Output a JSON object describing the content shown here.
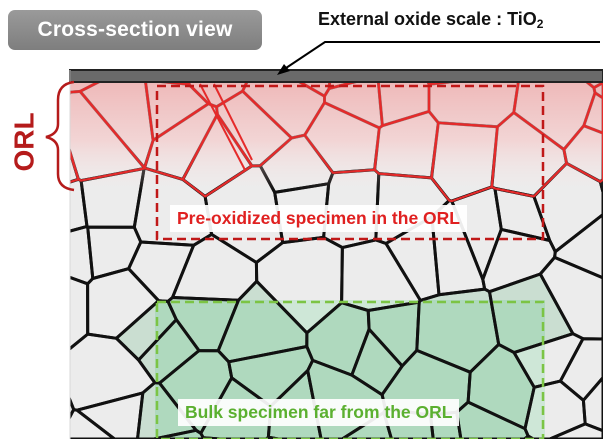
{
  "header": {
    "view_label": "Cross-section view",
    "scale_label_main": "External oxide scale : TiO",
    "scale_label_sub": "2"
  },
  "side": {
    "orl_label": "ORL"
  },
  "regions": {
    "oxidized": {
      "label": "Pre-oxidized specimen in the ORL",
      "color": "#e02020",
      "fill": "#f4b8b8"
    },
    "bulk": {
      "label": "Bulk specimen far from the ORL",
      "color": "#7cc444",
      "fill": "#b6ddc4"
    }
  },
  "colors": {
    "grain_fill": "#e6e6e6",
    "grain_boundary": "#111111",
    "oxide_scale": "#6a6a6a",
    "orl_color": "#b51b1b"
  }
}
